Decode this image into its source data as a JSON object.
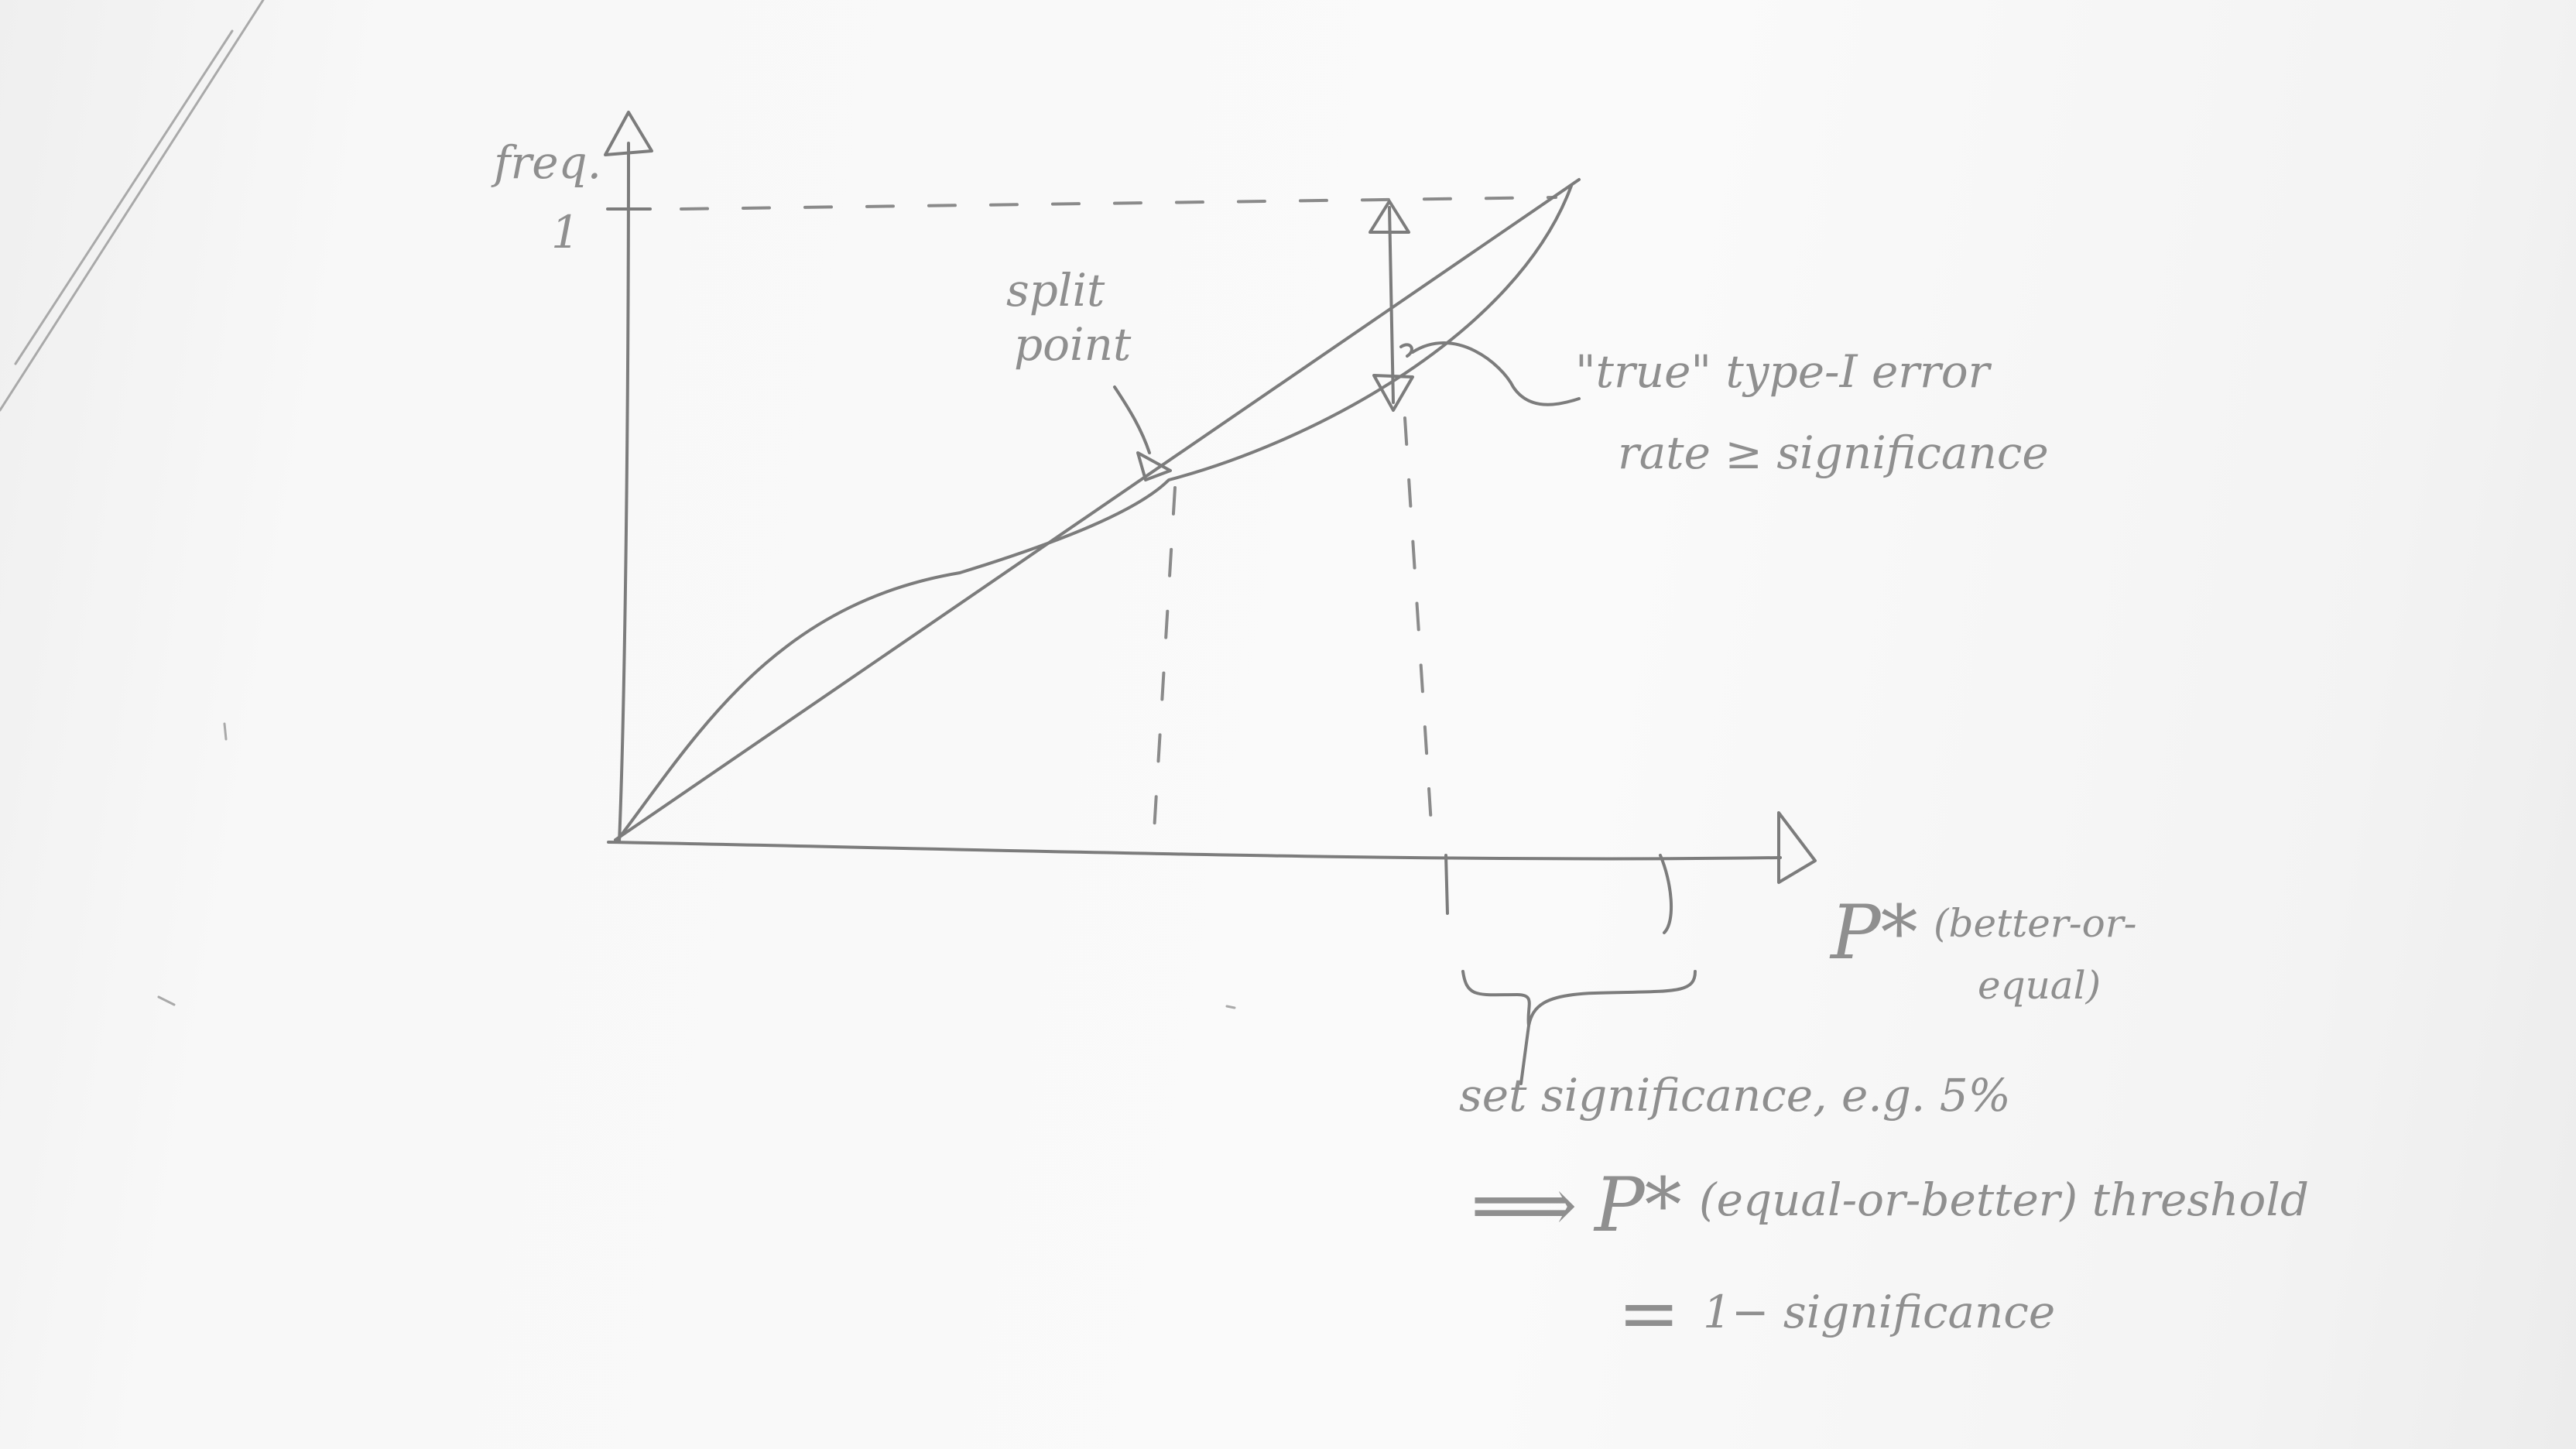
{
  "axes": {
    "y_label": "freq.",
    "y_tick": "1",
    "x_label": "P*",
    "x_label_note_1": "(better-or-",
    "x_label_note_2": "equal)"
  },
  "annotations": {
    "split_1": "split",
    "split_2": "point",
    "true_type1_1": "\"true\" type-I error",
    "true_type1_2": "rate ≥ significance",
    "set_sig": "set significance, e.g. 5%",
    "threshold_arrow": "⟹",
    "threshold_p": "P*",
    "threshold_text": "(equal-or-better)  threshold",
    "eq_sign": "=",
    "one_minus": "1− significance"
  },
  "colors": {
    "ink": "#7c7c7c",
    "paper": "#f7f7f7"
  }
}
